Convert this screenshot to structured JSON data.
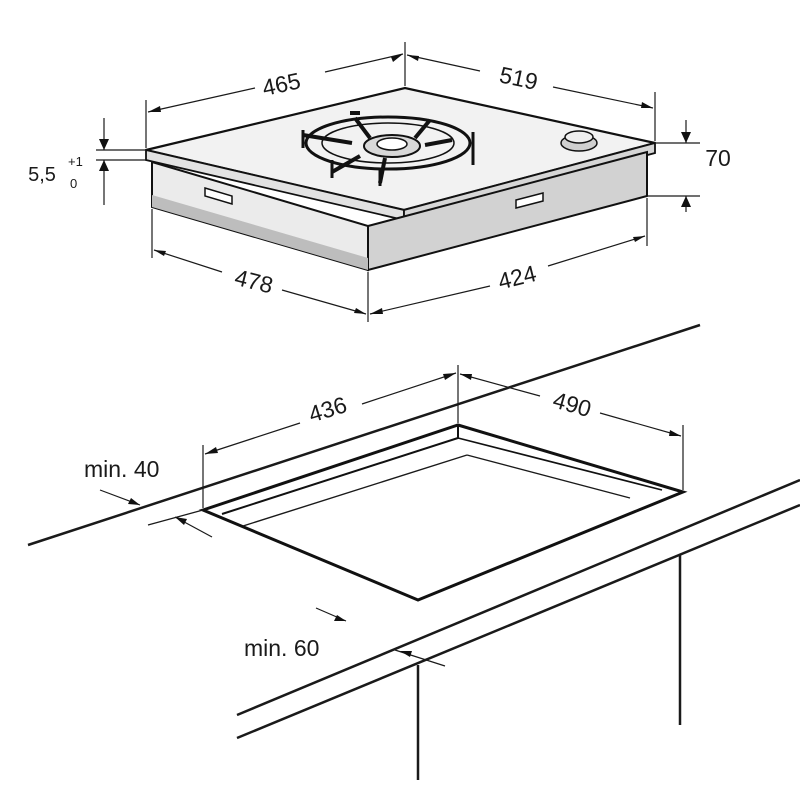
{
  "hob_dimensions": {
    "width_front": "465",
    "depth_side": "519",
    "height": "70",
    "lip_value": "5,5",
    "lip_superscript": "+1",
    "lip_subscript": "0",
    "body_width": "478",
    "body_depth": "424"
  },
  "cutout_dimensions": {
    "width": "436",
    "depth": "490",
    "min_side": "min. 40",
    "min_front": "min. 60"
  }
}
